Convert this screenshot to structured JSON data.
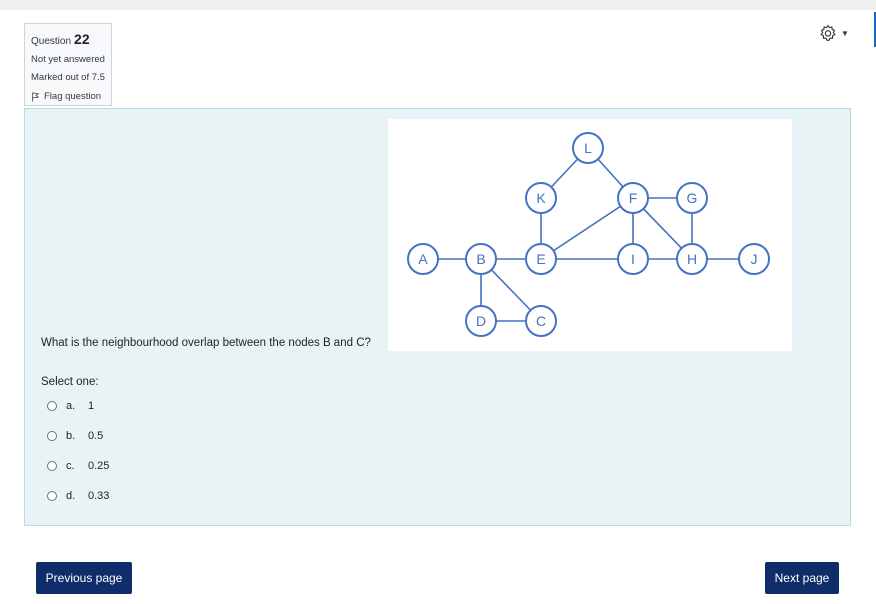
{
  "question": {
    "label": "Question",
    "number": "22",
    "status": "Not yet answered",
    "marks": "Marked out of 7.5",
    "flag_label": "Flag question",
    "text": "What is the neighbourhood overlap between the nodes B and C?",
    "prompt": "Select one:"
  },
  "options": [
    {
      "letter": "a.",
      "value": "1"
    },
    {
      "letter": "b.",
      "value": "0.5"
    },
    {
      "letter": "c.",
      "value": "0.25"
    },
    {
      "letter": "d.",
      "value": "0.33"
    }
  ],
  "graph": {
    "nodes": [
      "L",
      "K",
      "F",
      "G",
      "A",
      "B",
      "E",
      "I",
      "H",
      "J",
      "D",
      "C"
    ],
    "edges": [
      [
        "L",
        "K"
      ],
      [
        "L",
        "F"
      ],
      [
        "K",
        "E"
      ],
      [
        "F",
        "G"
      ],
      [
        "F",
        "E"
      ],
      [
        "F",
        "I"
      ],
      [
        "F",
        "H"
      ],
      [
        "G",
        "H"
      ],
      [
        "A",
        "B"
      ],
      [
        "B",
        "E"
      ],
      [
        "E",
        "I"
      ],
      [
        "I",
        "H"
      ],
      [
        "H",
        "J"
      ],
      [
        "B",
        "D"
      ],
      [
        "B",
        "C"
      ],
      [
        "D",
        "C"
      ]
    ],
    "color": "#4472c4"
  },
  "nav": {
    "previous_label": "Previous page",
    "next_label": "Next page"
  },
  "colors": {
    "panel_bg": "#e7f3f5",
    "button_bg": "#0f2d6a"
  }
}
